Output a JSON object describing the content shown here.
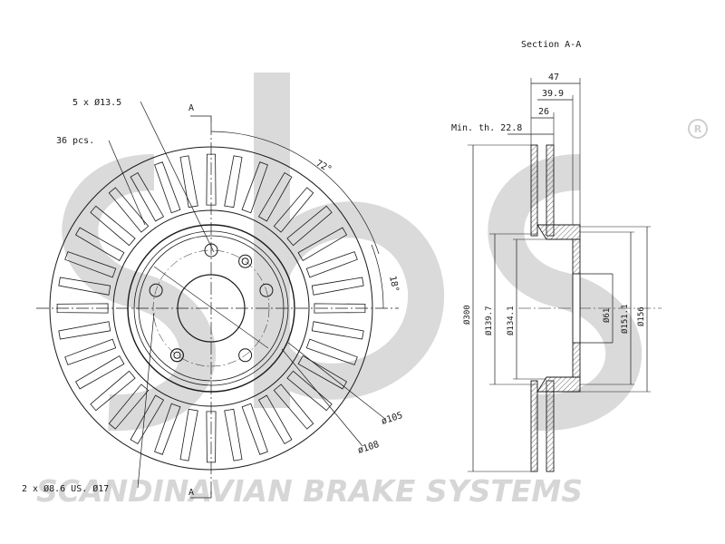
{
  "watermark": {
    "brand_text": "SCANDINAVIAN BRAKE SYSTEMS",
    "logo_name": "sbs-logo",
    "registered_symbol": "R",
    "color": "#d9d9d9"
  },
  "front_view": {
    "vent_count_label": "36 pcs.",
    "bolt_holes_label": "5 x Ø13.5",
    "aux_holes_label": "2 x Ø8.6 US. Ø17",
    "angle_72_label": "72°",
    "angle_18_label": "18°",
    "section_marker_top": "A",
    "section_marker_bottom": "A",
    "dia_105_label": "ø105",
    "dia_108_label": "ø108"
  },
  "section_view": {
    "title": "Section A-A",
    "overall_height_label": "47",
    "hat_height_label": "39.9",
    "thickness_label": "26",
    "min_thickness_label": "Min. th. 22.8",
    "dia_300_label": "Ø300",
    "dia_139_label": "Ø139.7",
    "dia_134_label": "Ø134.1",
    "dia_61_label": "Ø61",
    "dia_151_label": "Ø151.1",
    "dia_156_label": "Ø156"
  },
  "colors": {
    "line": "#1a1a1a",
    "hatch": "#555555"
  }
}
